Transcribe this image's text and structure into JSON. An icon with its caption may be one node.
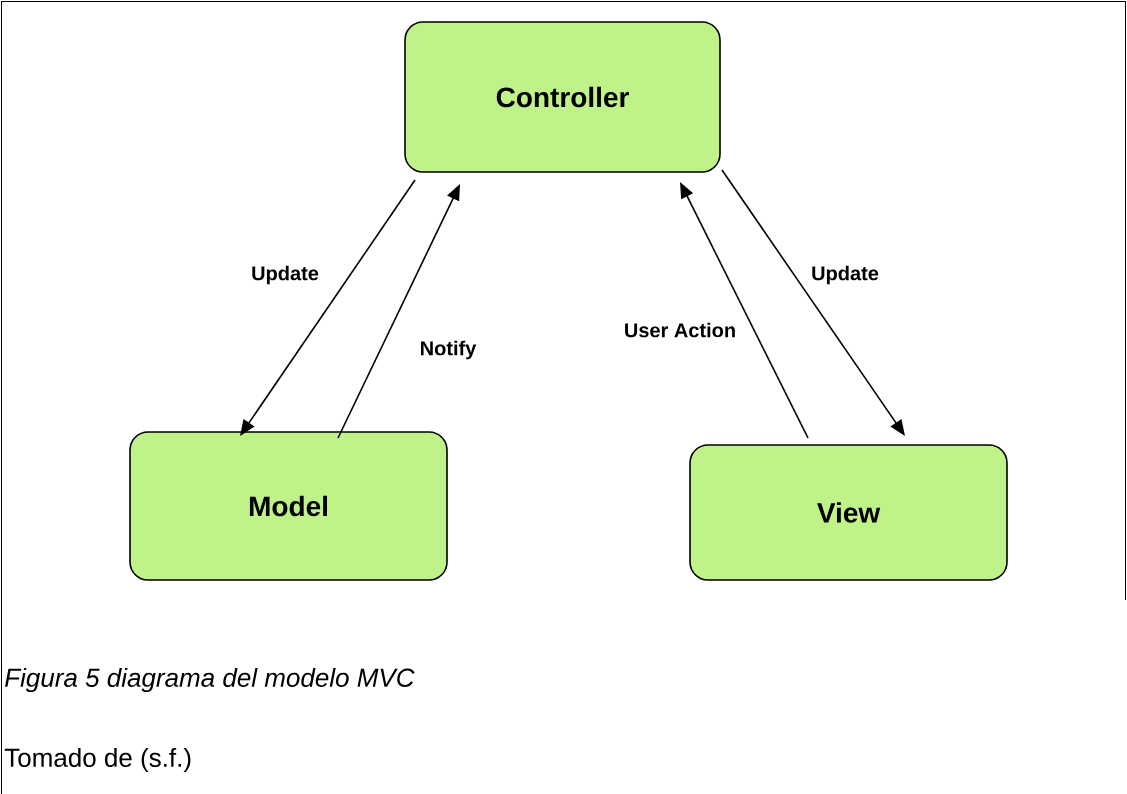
{
  "diagram": {
    "caption": "Figura 5 diagrama del modelo MVC",
    "nodes": [
      {
        "text": [
          "Controller"
        ]
      },
      {
        "text": [
          "Model"
        ]
      },
      {
        "text": [
          "View"
        ]
      }
    ],
    "edges": [
      {
        "from": 0,
        "to": 1,
        "arrow": "to",
        "label": "Update"
      },
      {
        "from": 1,
        "to": 0,
        "arrow": "to",
        "label": "Notify"
      },
      {
        "from": 2,
        "to": 0,
        "arrow": "to",
        "label": "User Action"
      },
      {
        "from": 0,
        "to": 2,
        "arrow": "to",
        "label": "Update"
      }
    ],
    "labels": [
      "Tomado de (s.f.)"
    ]
  }
}
